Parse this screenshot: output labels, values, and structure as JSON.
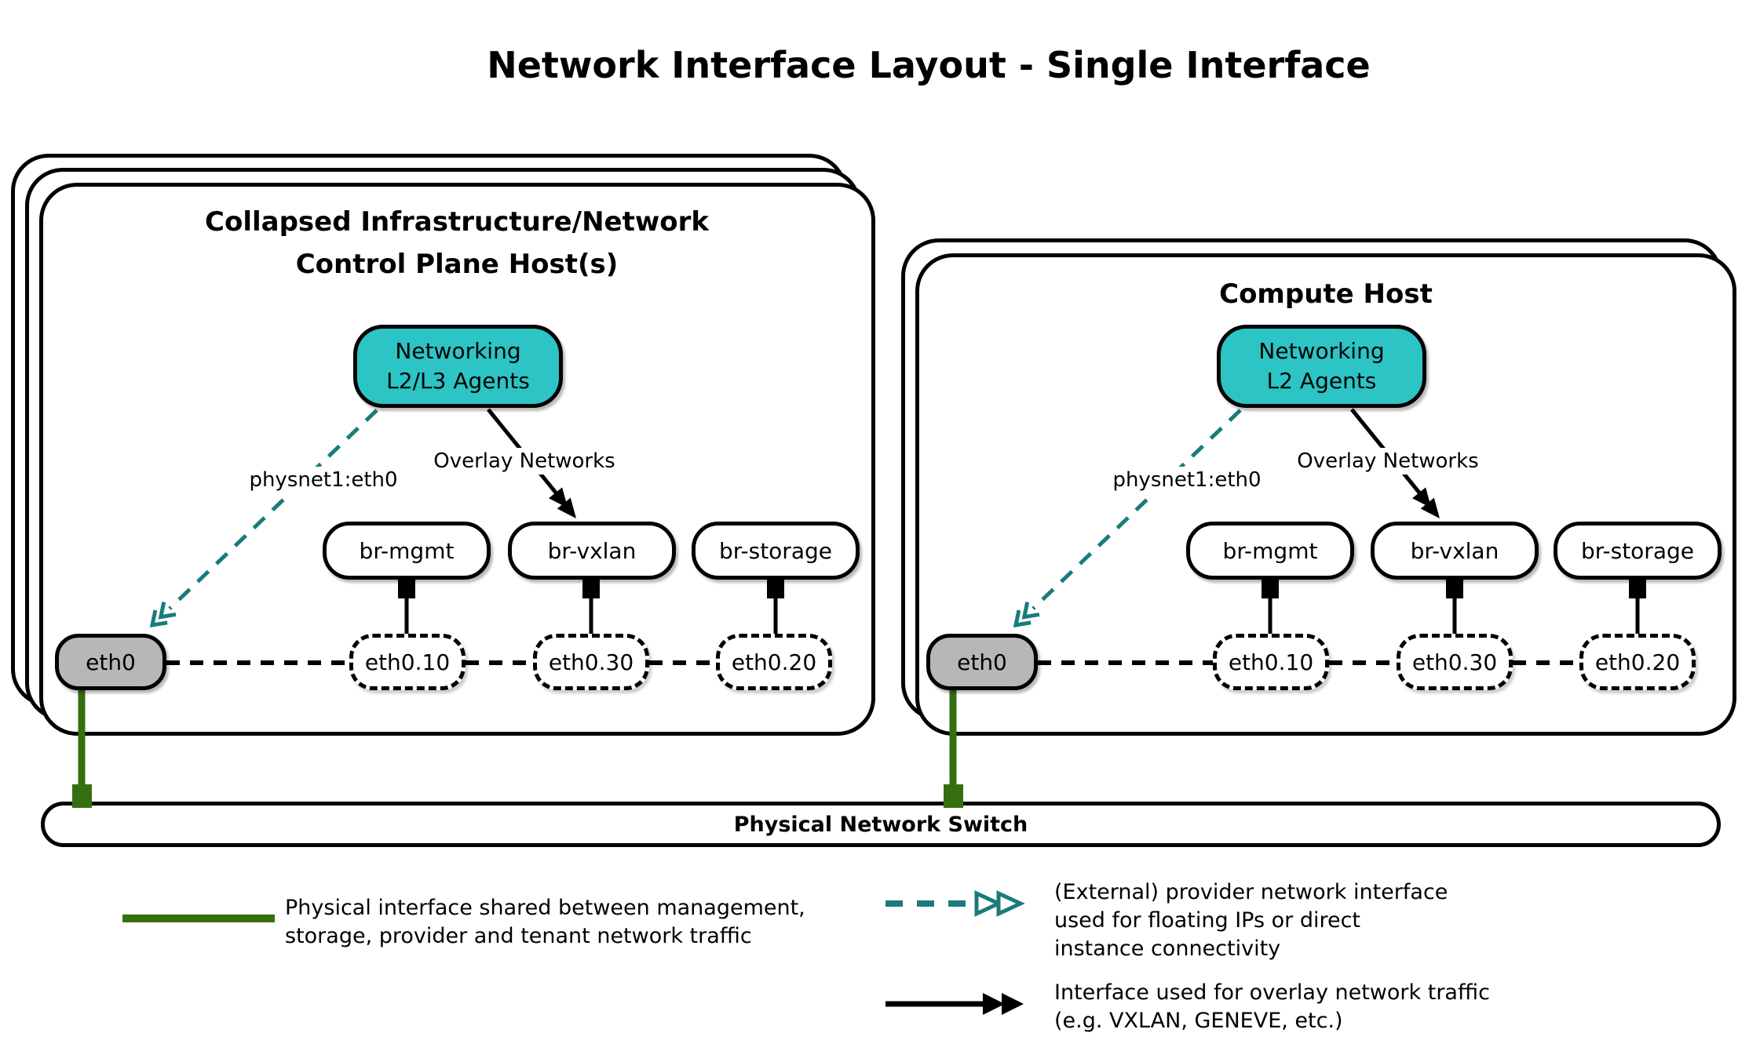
{
  "title": "Network Interface Layout - Single Interface",
  "control_host": {
    "title_line1": "Collapsed Infrastructure/Network",
    "title_line2": "Control Plane Host(s)",
    "agent": {
      "line1": "Networking",
      "line2": "L2/L3 Agents"
    },
    "physnet_label": "physnet1:eth0",
    "overlay_label": "Overlay Networks",
    "bridges": [
      "br-mgmt",
      "br-vxlan",
      "br-storage"
    ],
    "phys_interface": "eth0",
    "vlan_interfaces": [
      "eth0.10",
      "eth0.30",
      "eth0.20"
    ]
  },
  "compute_host": {
    "title": "Compute Host",
    "agent": {
      "line1": "Networking",
      "line2": "L2 Agents"
    },
    "physnet_label": "physnet1:eth0",
    "overlay_label": "Overlay Networks",
    "bridges": [
      "br-mgmt",
      "br-vxlan",
      "br-storage"
    ],
    "phys_interface": "eth0",
    "vlan_interfaces": [
      "eth0.10",
      "eth0.30",
      "eth0.20"
    ]
  },
  "switch_label": "Physical Network Switch",
  "legend": {
    "physical_lines": [
      "Physical interface shared between management,",
      "storage, provider and tenant network traffic"
    ],
    "provider_lines": [
      "(External) provider network interface",
      "used for floating IPs or direct",
      "instance connectivity"
    ],
    "overlay_lines": [
      "Interface used for overlay network traffic",
      "(e.g. VXLAN, GENEVE, etc.)"
    ]
  },
  "colors": {
    "teal_fill": "#2cc4c4",
    "teal_line": "#1b7b7b",
    "green": "#366f0f",
    "gray_fill": "#b7b7b7",
    "ink": "#000000"
  }
}
